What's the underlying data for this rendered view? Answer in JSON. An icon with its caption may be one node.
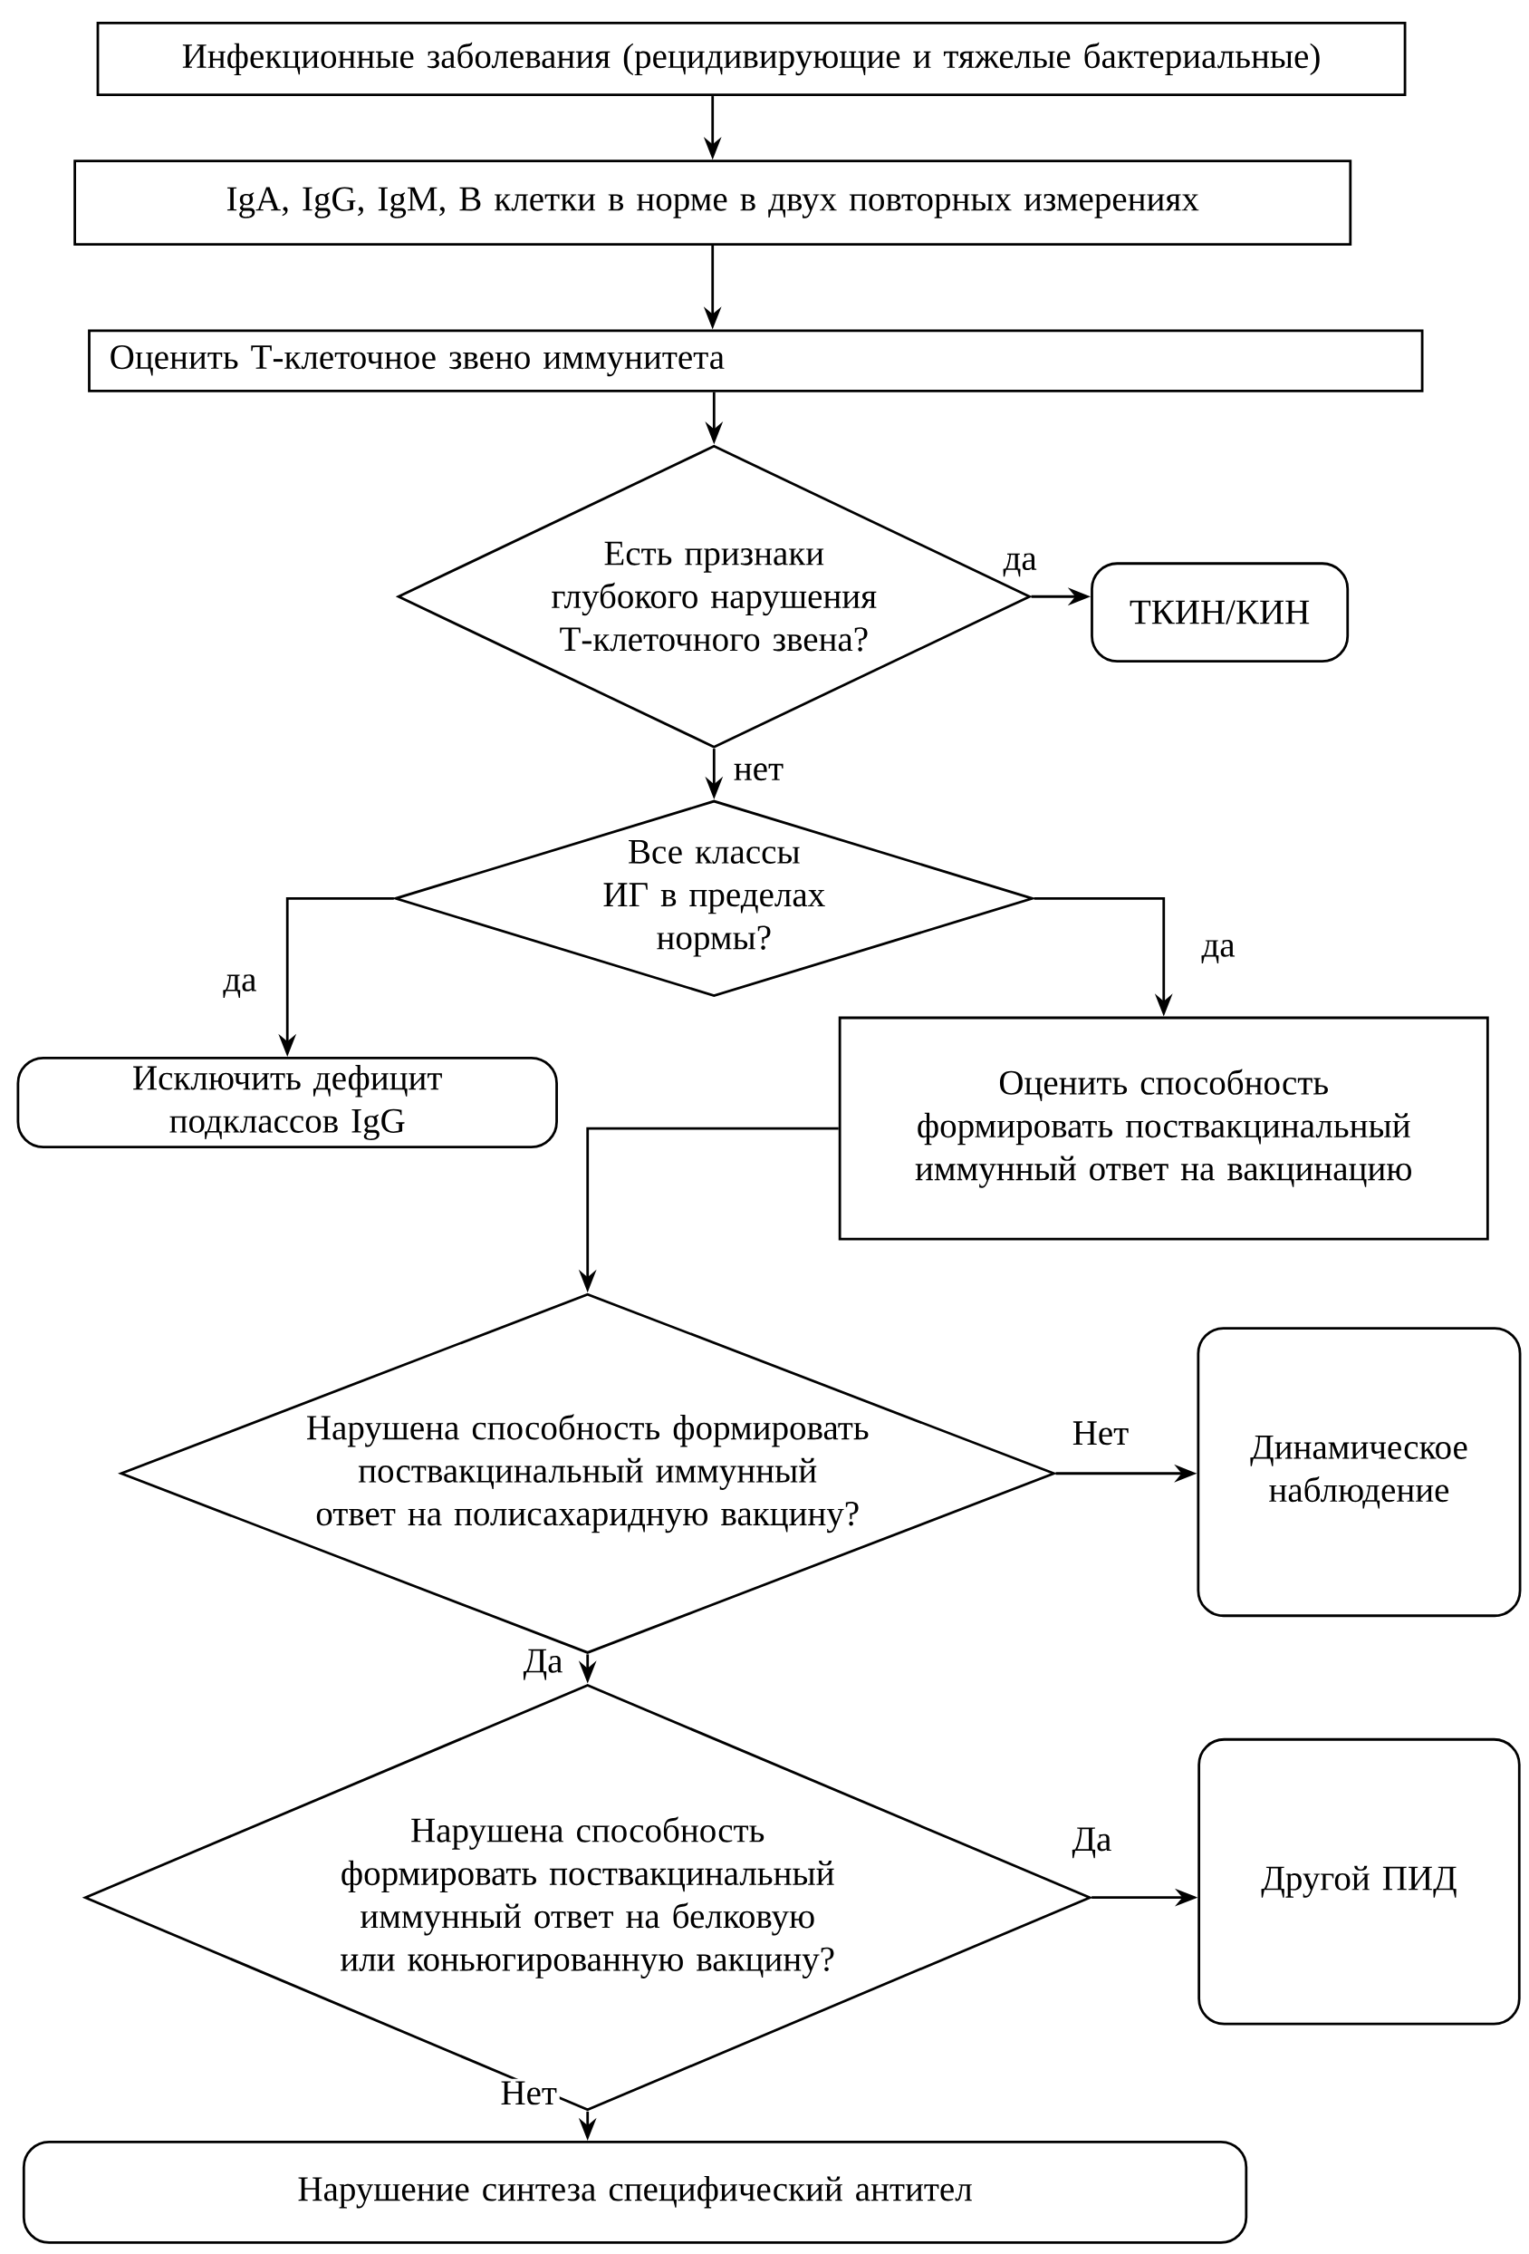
{
  "diagram": {
    "nodes": [
      {
        "text": [
          "Инфекционные заболевания (рецидивирующие и тяжелые бактериальные)"
        ]
      },
      {
        "text": [
          "IgA, IgG, IgM, В клетки в норме в двух повторных измерениях"
        ]
      },
      {
        "text": [
          "Оценить Т-клеточное звено иммунитета"
        ]
      },
      {
        "text": [
          "Есть признаки глубокого нарушения Т-клеточного звена?"
        ]
      },
      {
        "text": [
          "ТКИН/КИН"
        ]
      },
      {
        "text": [
          "Все классы ИГ в пределах нормы?"
        ]
      },
      {
        "text": [
          "Исключить дефицит подклассов IgG"
        ]
      },
      {
        "text": [
          "Оценить способность формировать поствакцинальный иммунный ответ на вакцинацию"
        ]
      },
      {
        "text": [
          "Нарушена способность формировать поствакцинальный иммунный ответ на полисахаридную вакцину?"
        ]
      },
      {
        "text": [
          "Динамическое наблюдение"
        ]
      },
      {
        "text": [
          "Нарушена способность формировать поствакцинальный иммунный ответ на белковую или коньюгированную вакцину?"
        ]
      },
      {
        "text": [
          "Другой ПИД"
        ]
      },
      {
        "text": [
          "Нарушение синтеза специфический антител"
        ]
      }
    ],
    "edges": [
      {
        "from": 0,
        "to": 1,
        "arrow": "to"
      },
      {
        "from": 1,
        "to": 2,
        "arrow": "to"
      },
      {
        "from": 2,
        "to": 3,
        "arrow": "to"
      },
      {
        "from": 3,
        "to": 4,
        "arrow": "to",
        "label": "да"
      },
      {
        "from": 3,
        "to": 5,
        "arrow": "to",
        "label": "нет"
      },
      {
        "from": 5,
        "to": 6,
        "arrow": "to",
        "label": "да"
      },
      {
        "from": 5,
        "to": 7,
        "arrow": "to",
        "label": "да"
      },
      {
        "from": 7,
        "to": 8,
        "arrow": "to"
      },
      {
        "from": 8,
        "to": 9,
        "arrow": "to",
        "label": "Нет"
      },
      {
        "from": 8,
        "to": 10,
        "arrow": "to",
        "label": "Да"
      },
      {
        "from": 10,
        "to": 11,
        "arrow": "to",
        "label": "Да"
      },
      {
        "from": 10,
        "to": 12,
        "arrow": "to",
        "label": "Нет"
      }
    ]
  }
}
